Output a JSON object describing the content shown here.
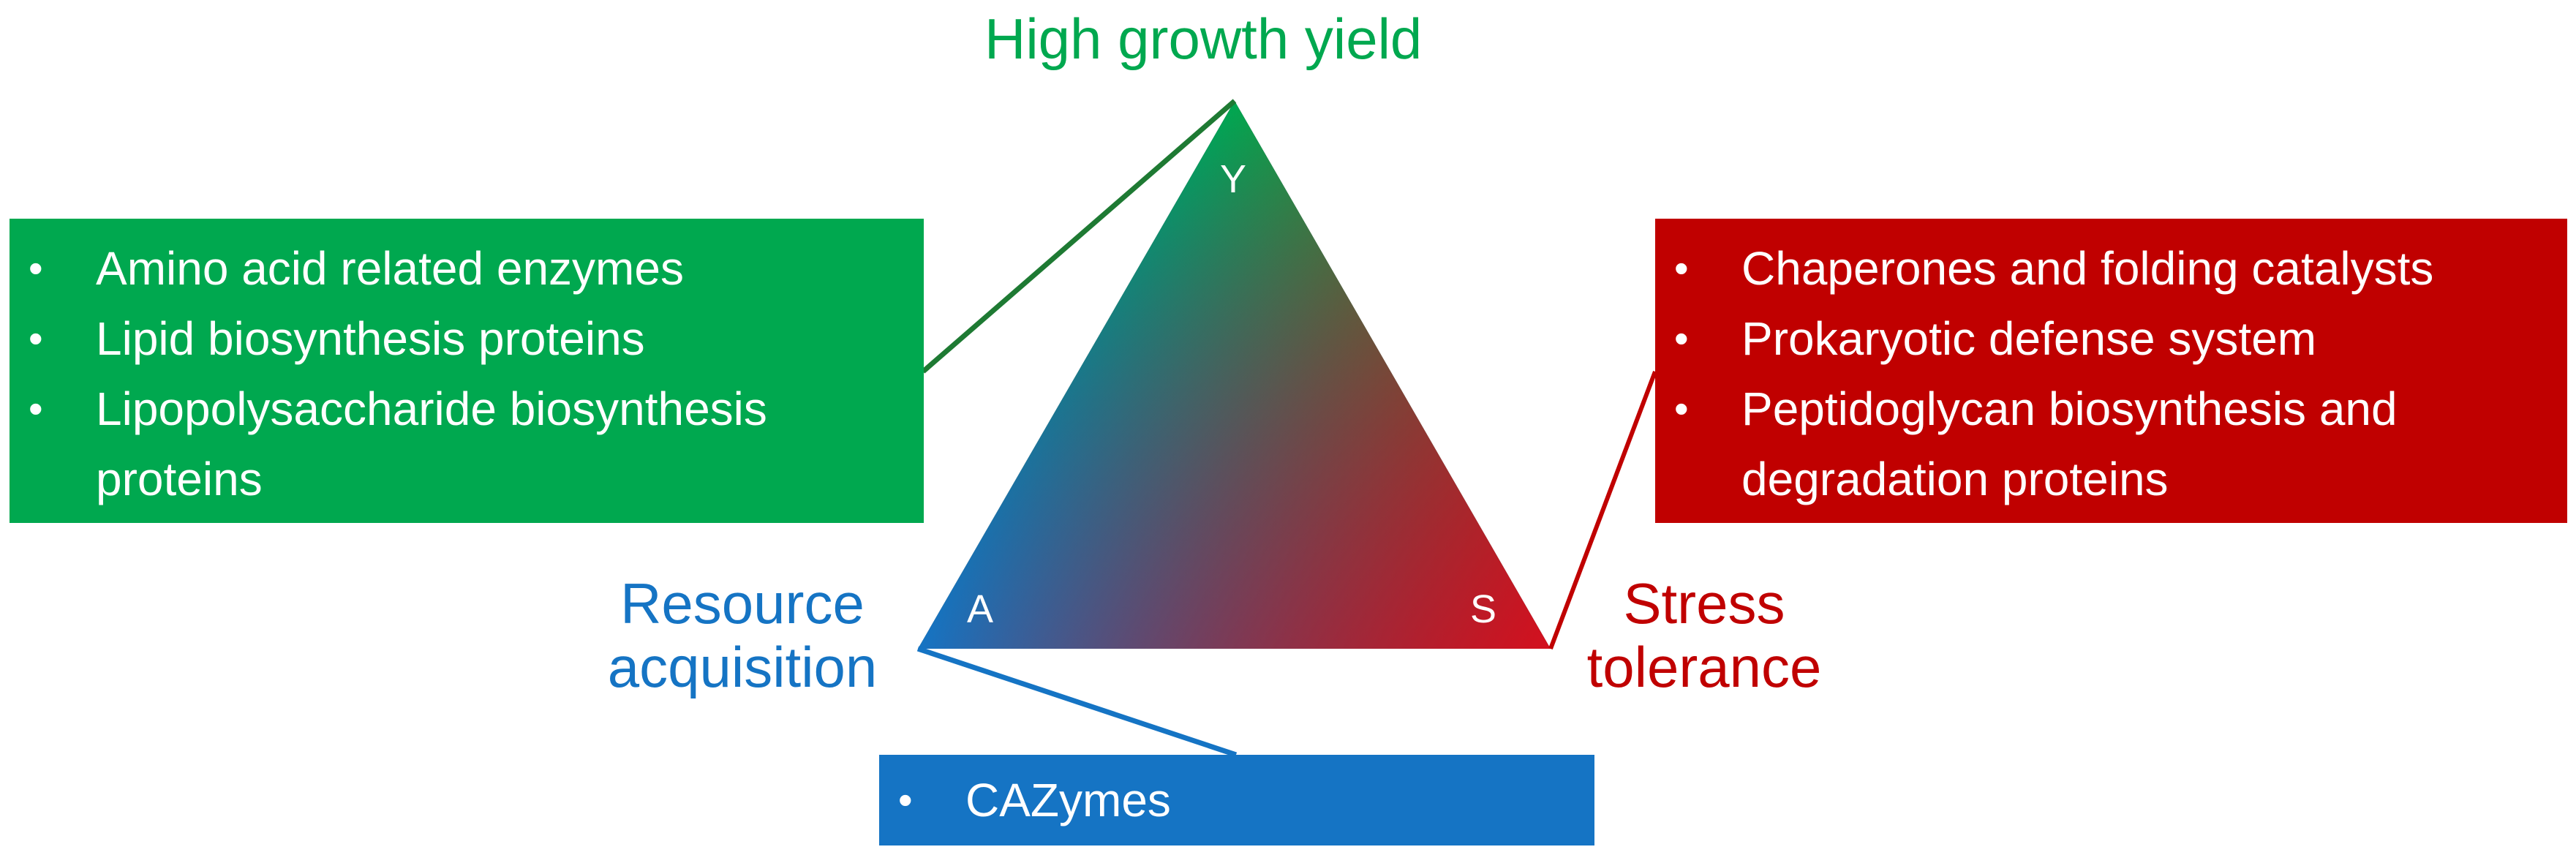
{
  "colors": {
    "growth": "#00A84F",
    "growth_line": "#1E7A33",
    "acquisition": "#1574C4",
    "stress": "#C00000"
  },
  "strategies": {
    "growth": {
      "title": "High growth yield",
      "vertex": "Y"
    },
    "acquisition": {
      "title_line1": "Resource",
      "title_line2": "acquisition",
      "vertex": "A"
    },
    "stress": {
      "title_line1": "Stress",
      "title_line2": "tolerance",
      "vertex": "S"
    }
  },
  "boxes": {
    "growth": {
      "items": [
        {
          "line1": "Amino acid related enzymes",
          "line2": ""
        },
        {
          "line1": "Lipid biosynthesis proteins",
          "line2": ""
        },
        {
          "line1": "Lipopolysaccharide biosynthesis",
          "line2": "proteins"
        }
      ]
    },
    "stress": {
      "items": [
        {
          "line1": "Chaperones and folding catalysts",
          "line2": ""
        },
        {
          "line1": "Prokaryotic defense system",
          "line2": ""
        },
        {
          "line1": "Peptidoglycan biosynthesis and",
          "line2": "degradation proteins"
        }
      ]
    },
    "acquisition": {
      "items": [
        {
          "line1": "CAZymes",
          "line2": ""
        }
      ]
    }
  },
  "bullet_glyph": "•"
}
